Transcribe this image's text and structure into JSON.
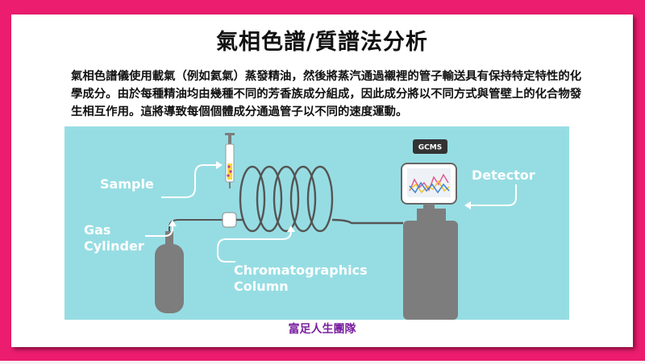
{
  "slide": {
    "title": "氣相色譜/質譜法分析",
    "paragraph": "氣相色譜儀使用載氣（例如氦氣）蒸發精油，然後將蒸汽通過襯裡的管子輸送具有保持特定特性的化學成分。由於每種精油均由幾種不同的芳香族成分組成，因此成分將以不同方式與管壁上的化合物發生相互作用。這將導致每個個體成分通過管子以不同的速度運動。",
    "footer": "富足人生團隊"
  },
  "diagram": {
    "labels": {
      "sample": "Sample",
      "gas_line1": "Gas",
      "gas_line2": "Cylinder",
      "detector": "Detector",
      "column_line1": "Chromatographics",
      "column_line2": "Column",
      "gcms_badge": "GCMS"
    }
  },
  "colors": {
    "frame": "#ec1c6e",
    "diagram_bg": "#96dde3",
    "equipment": "#7d7d7d",
    "footer_text": "#7a1fa0"
  },
  "icons": [
    "syringe-icon",
    "gas-cylinder-icon",
    "monitor-icon",
    "coil-column-icon",
    "arrow-icon"
  ]
}
